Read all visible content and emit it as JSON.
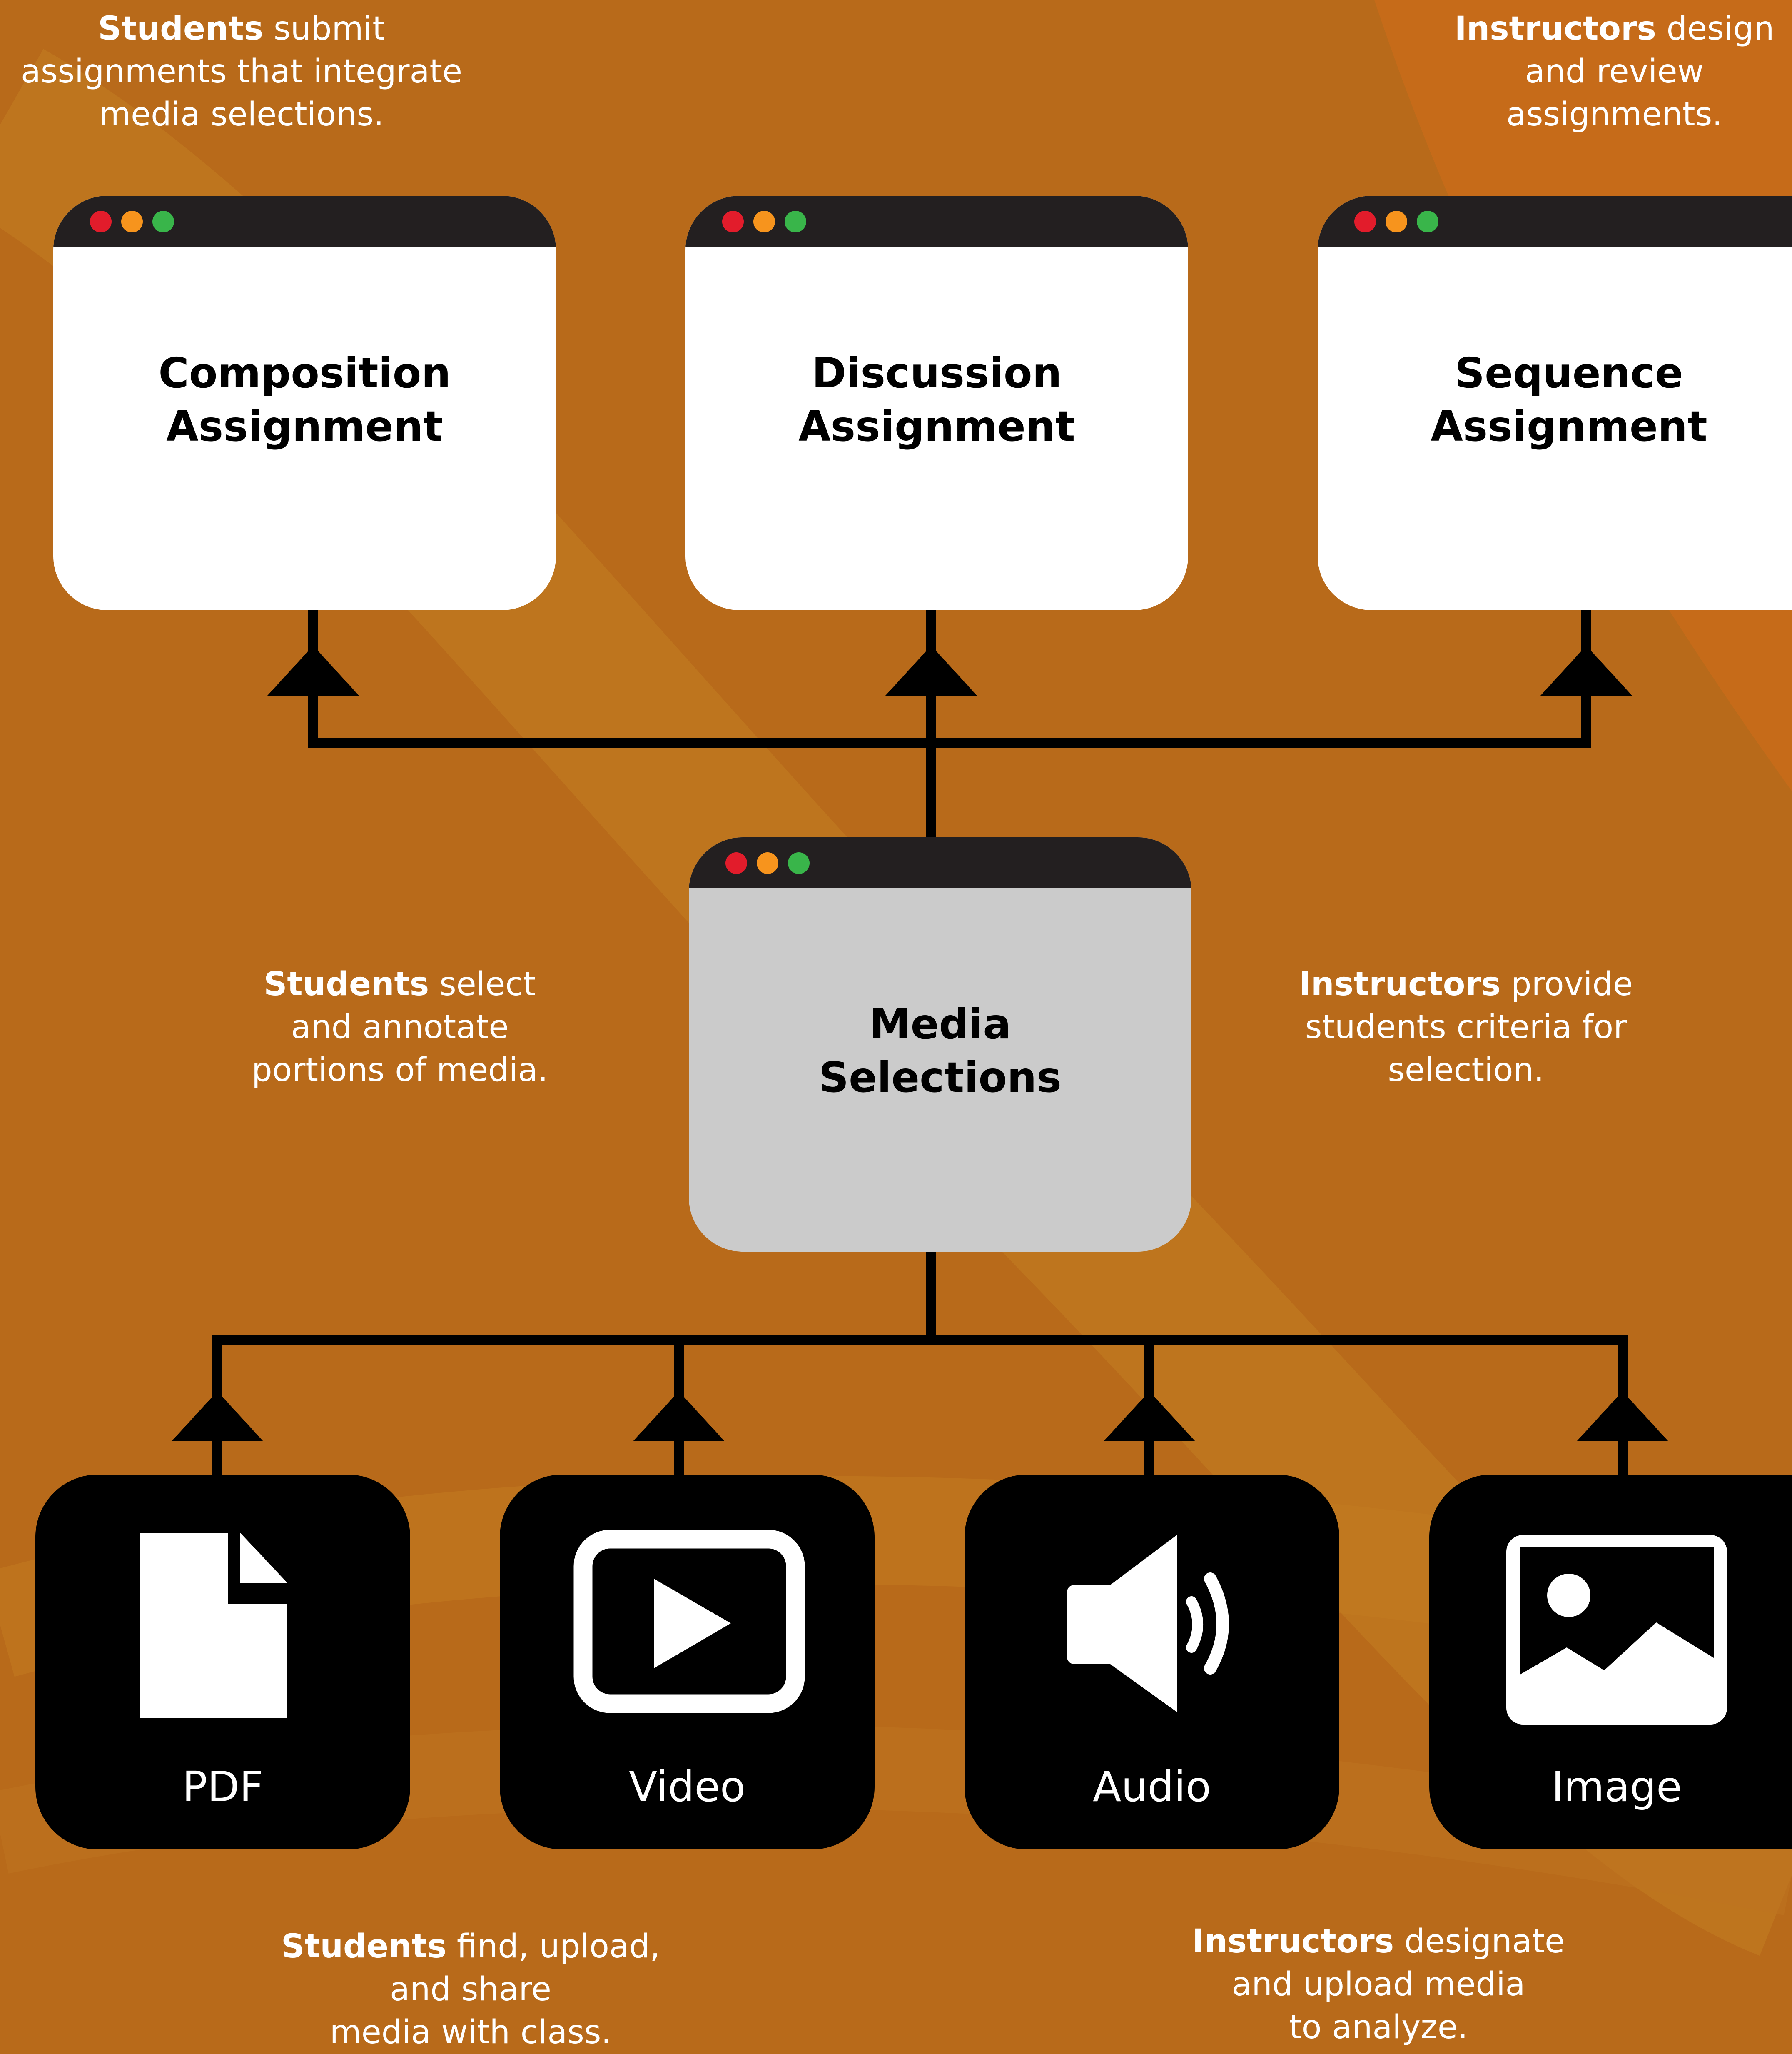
{
  "colors": {
    "background": "#b86a1a",
    "window_titlebar": "#231f20",
    "window_body": "#ffffff",
    "media_window_body": "#cbcbcb",
    "media_tile": "#000000",
    "caption_text": "#ffffff",
    "dot_red": "#e21c2b",
    "dot_orange": "#f7941d",
    "dot_green": "#39b54a"
  },
  "captions": {
    "top_left": {
      "bold": "Students",
      "rest": " submit",
      "line2": "assignments that integrate",
      "line3": "media selections."
    },
    "top_right": {
      "bold": "Instructors",
      "rest": " design",
      "line2": "and review",
      "line3": "assignments."
    },
    "mid_left": {
      "bold": "Students",
      "rest": " select",
      "line2": "and annotate",
      "line3": "portions of media."
    },
    "mid_right": {
      "bold": "Instructors",
      "rest": " provide",
      "line2": "students criteria for",
      "line3": "selection."
    },
    "bottom_left": {
      "bold": "Students",
      "rest": " find, upload,",
      "line2": "and share",
      "line3": "media with class."
    },
    "bottom_right": {
      "bold": "Instructors",
      "rest": " designate",
      "line2": "and upload media",
      "line3": "to analyze."
    }
  },
  "assignments": [
    {
      "line1": "Composition",
      "line2": "Assignment"
    },
    {
      "line1": "Discussion",
      "line2": "Assignment"
    },
    {
      "line1": "Sequence",
      "line2": "Assignment"
    }
  ],
  "media_selections": {
    "line1": "Media",
    "line2": "Selections"
  },
  "media_types": [
    {
      "label": "PDF",
      "icon": "document-icon"
    },
    {
      "label": "Video",
      "icon": "play-icon"
    },
    {
      "label": "Audio",
      "icon": "speaker-icon"
    },
    {
      "label": "Image",
      "icon": "image-icon"
    }
  ]
}
